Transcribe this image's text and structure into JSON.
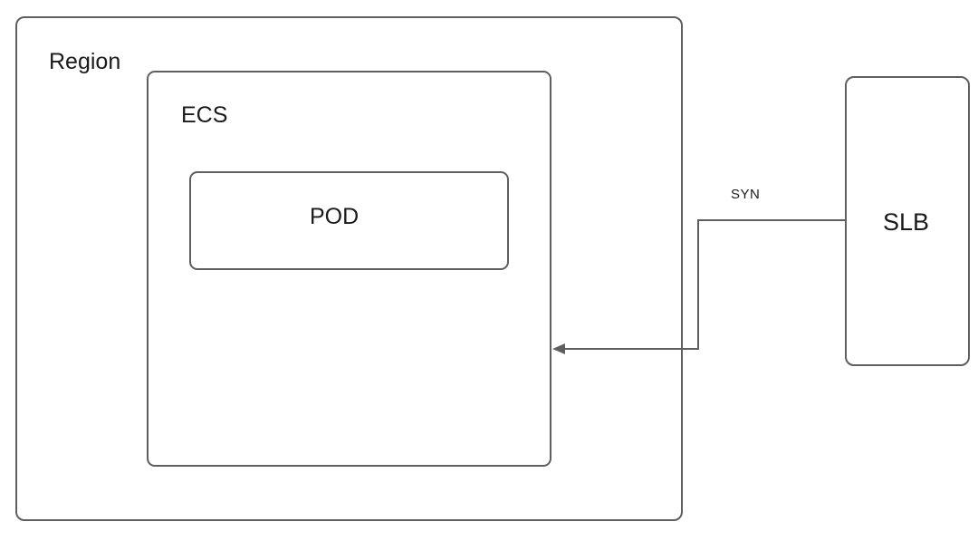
{
  "diagram": {
    "region": {
      "label": "Region"
    },
    "ecs": {
      "label": "ECS"
    },
    "pod": {
      "label": "POD"
    },
    "slb": {
      "label": "SLB"
    },
    "connector": {
      "label": "SYN",
      "direction": "SLB to ECS",
      "color": "#5f5f5f"
    }
  }
}
